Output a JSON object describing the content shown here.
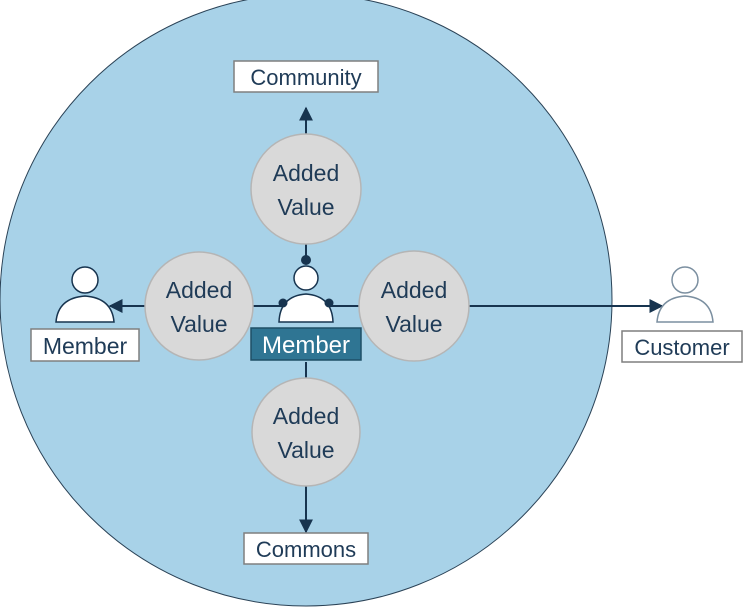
{
  "diagram": {
    "center": {
      "label": "Member"
    },
    "added_value_label": {
      "line1": "Added",
      "line2": "Value"
    },
    "targets": {
      "top": "Community",
      "bottom": "Commons",
      "left": "Member",
      "right": "Customer"
    },
    "colors": {
      "community_circle": "#a8d2e8",
      "value_circle_fill": "#d9d9d9",
      "value_circle_stroke": "#b5b5b5",
      "center_box": "#2f7593",
      "text_dark": "#1f3b57",
      "line": "#17344f",
      "label_box_stroke": "#7f7f7f",
      "customer_icon_stroke": "#7b8fa0"
    }
  }
}
